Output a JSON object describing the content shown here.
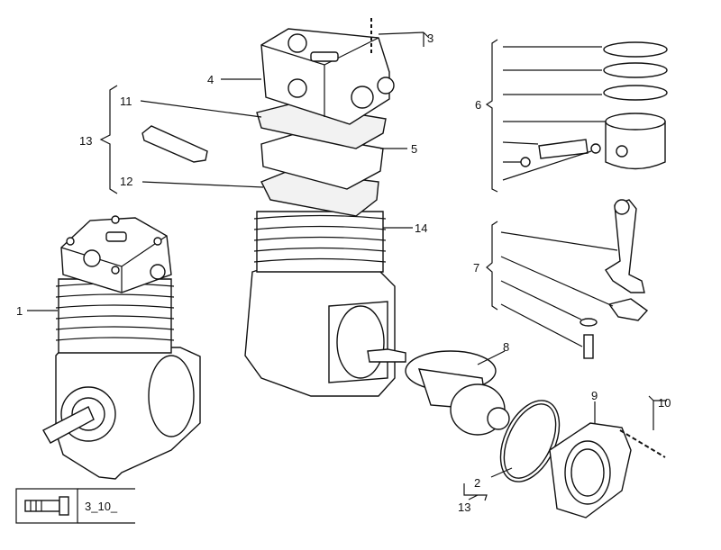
{
  "callouts": {
    "c1": "1",
    "c2": "2",
    "c3": "3",
    "c4": "4",
    "c5": "5",
    "c6": "6",
    "c7": "7",
    "c8": "8",
    "c9": "9",
    "c10": "10",
    "c11": "11",
    "c12": "12",
    "c13a": "13",
    "c13b": "13",
    "c14": "14"
  },
  "reference_box": {
    "label": "3_10_"
  },
  "icons": {
    "reference": "bolt-icon"
  },
  "colors": {
    "ink": "#111111",
    "paper": "#ffffff"
  }
}
